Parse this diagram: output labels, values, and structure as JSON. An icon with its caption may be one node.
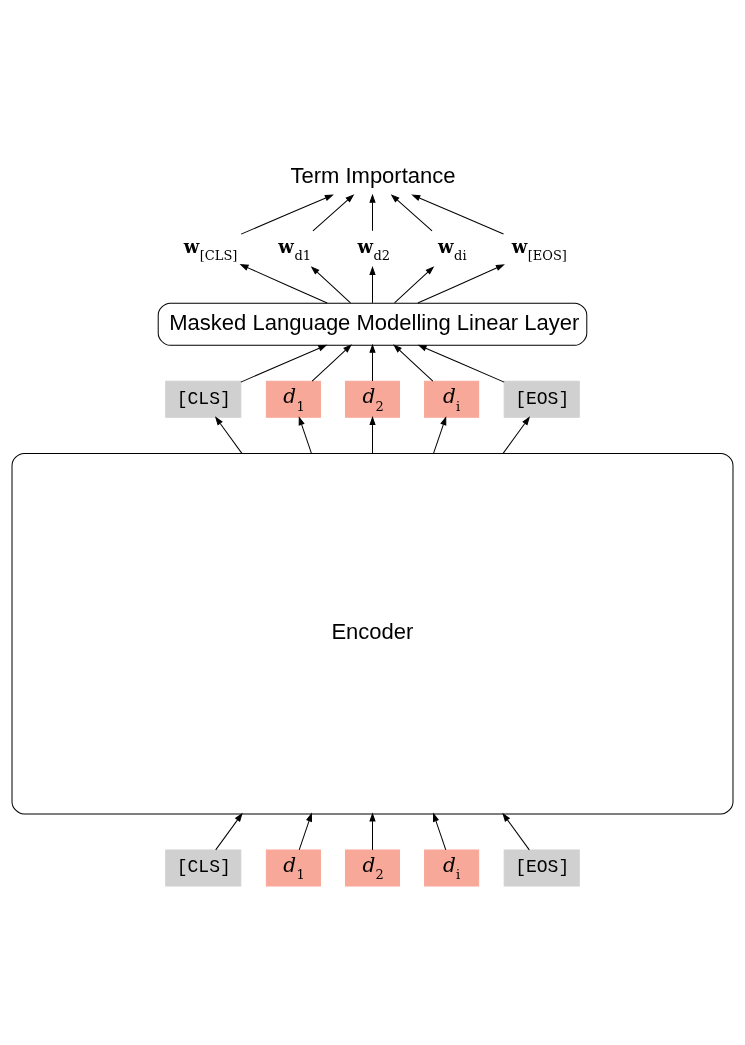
{
  "diagram": {
    "nodes": [
      {
        "text": [
          "Term Importance"
        ]
      },
      {
        "text": [
          "**w**$_{[CLS]}$"
        ]
      },
      {
        "text": [
          "**w**$_{d1}$"
        ]
      },
      {
        "text": [
          "**w**$_{d2}$"
        ]
      },
      {
        "text": [
          "**w**$_{di}$"
        ]
      },
      {
        "text": [
          "**w**$_{[EOS]}$"
        ]
      },
      {
        "text": [
          "Masked Language Modelling Linear Layer"
        ]
      },
      {
        "text": [
          "[CLS]"
        ]
      },
      {
        "text": [
          "*d*$_{1}$"
        ]
      },
      {
        "text": [
          "*d*$_{2}$"
        ]
      },
      {
        "text": [
          "*d*$_{i}$"
        ]
      },
      {
        "text": [
          "[EOS]"
        ]
      },
      {
        "text": [
          "Encoder"
        ]
      },
      {
        "text": [
          "[CLS]"
        ]
      },
      {
        "text": [
          "*d*$_{1}$"
        ]
      },
      {
        "text": [
          "*d*$_{2}$"
        ]
      },
      {
        "text": [
          "*d*$_{i}$"
        ]
      },
      {
        "text": [
          "[EOS]"
        ]
      }
    ],
    "edges": [
      {
        "from": 13,
        "to": 12,
        "arrow": "to"
      },
      {
        "from": 14,
        "to": 12,
        "arrow": "to"
      },
      {
        "from": 15,
        "to": 12,
        "arrow": "to"
      },
      {
        "from": 16,
        "to": 12,
        "arrow": "to"
      },
      {
        "from": 17,
        "to": 12,
        "arrow": "to"
      },
      {
        "from": 12,
        "to": 7,
        "arrow": "to"
      },
      {
        "from": 12,
        "to": 8,
        "arrow": "to"
      },
      {
        "from": 12,
        "to": 9,
        "arrow": "to"
      },
      {
        "from": 12,
        "to": 10,
        "arrow": "to"
      },
      {
        "from": 12,
        "to": 11,
        "arrow": "to"
      },
      {
        "from": 7,
        "to": 6,
        "arrow": "to"
      },
      {
        "from": 8,
        "to": 6,
        "arrow": "to"
      },
      {
        "from": 9,
        "to": 6,
        "arrow": "to"
      },
      {
        "from": 10,
        "to": 6,
        "arrow": "to"
      },
      {
        "from": 11,
        "to": 6,
        "arrow": "to"
      },
      {
        "from": 6,
        "to": 1,
        "arrow": "to"
      },
      {
        "from": 6,
        "to": 2,
        "arrow": "to"
      },
      {
        "from": 6,
        "to": 3,
        "arrow": "to"
      },
      {
        "from": 6,
        "to": 4,
        "arrow": "to"
      },
      {
        "from": 6,
        "to": 5,
        "arrow": "to"
      },
      {
        "from": 1,
        "to": 0,
        "arrow": "to"
      },
      {
        "from": 2,
        "to": 0,
        "arrow": "to"
      },
      {
        "from": 3,
        "to": 0,
        "arrow": "to"
      },
      {
        "from": 4,
        "to": 0,
        "arrow": "to"
      },
      {
        "from": 5,
        "to": 0,
        "arrow": "to"
      }
    ]
  }
}
